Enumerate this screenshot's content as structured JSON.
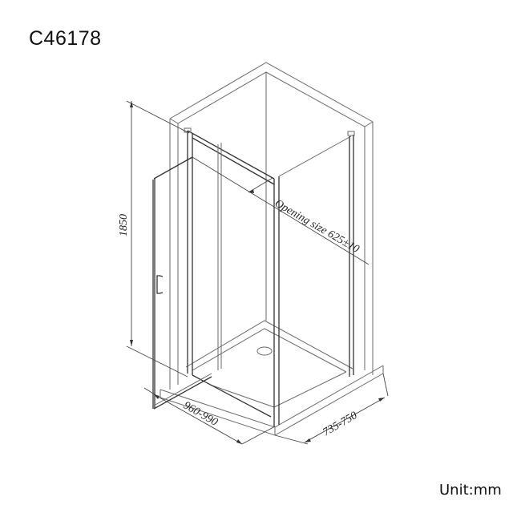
{
  "title": "C46178",
  "unit_label": "Unit:mm",
  "dimensions": {
    "height": "1850",
    "width": "960-990",
    "depth": "735-750",
    "opening": "Opening size 625±10"
  },
  "colors": {
    "line": "#6a6a6a",
    "frame": "#333333",
    "background": "#ffffff"
  }
}
